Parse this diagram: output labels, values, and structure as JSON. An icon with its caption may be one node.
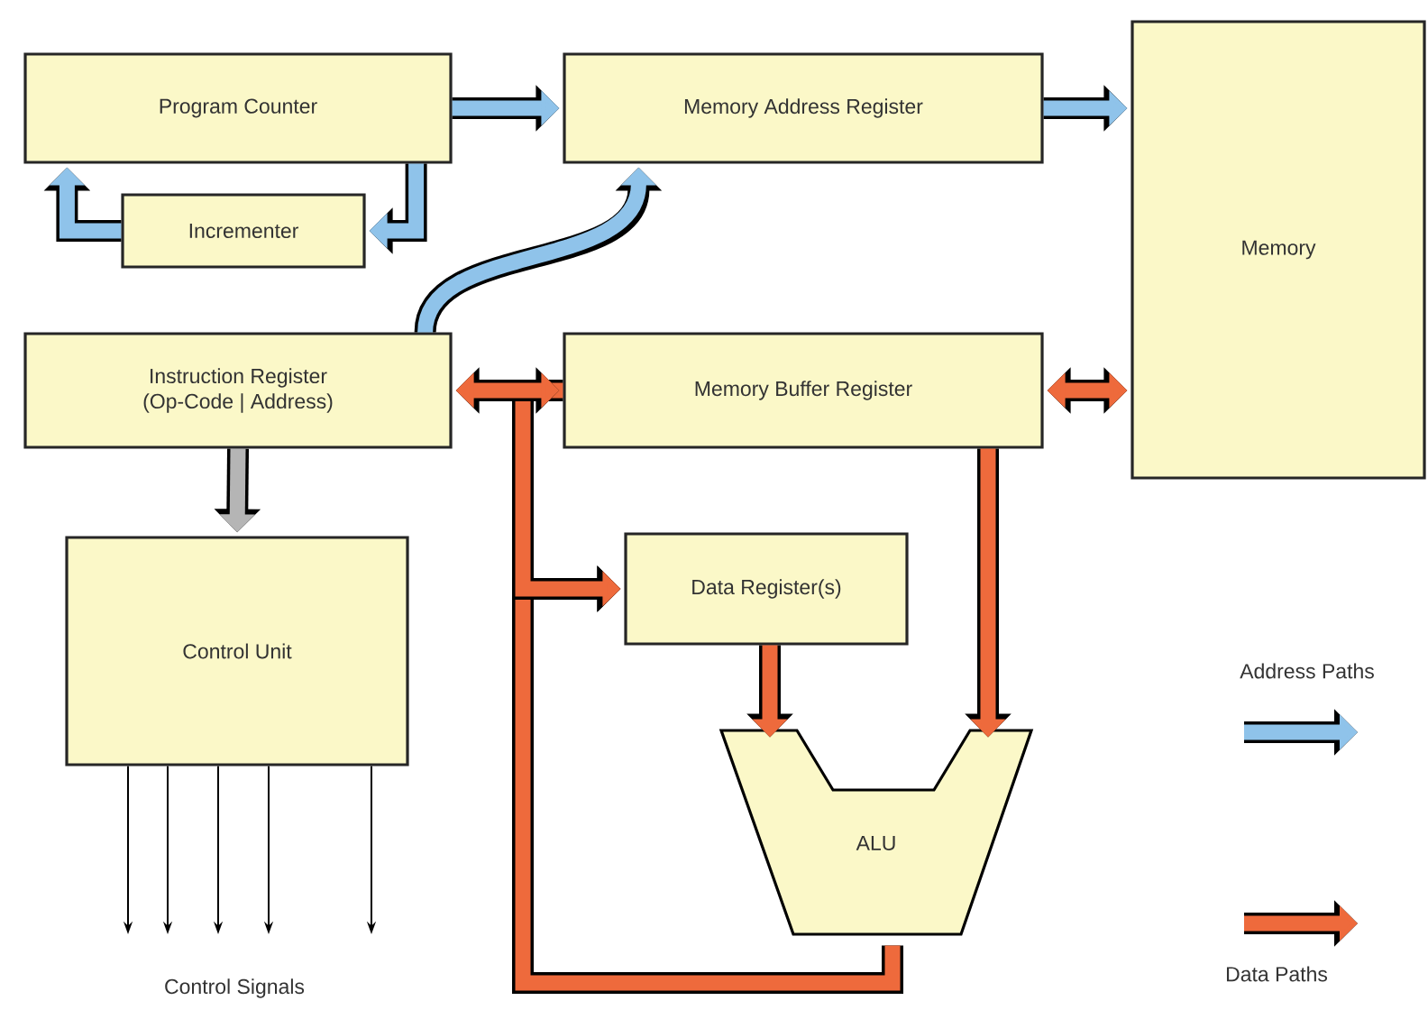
{
  "diagram": {
    "nodes": [
      {
        "text": [
          "Program Counter"
        ]
      },
      {
        "text": [
          "Incrementer"
        ]
      },
      {
        "text": [
          "Memory Address Register"
        ]
      },
      {
        "text": [
          "Memory"
        ]
      },
      {
        "text": [
          "Instruction Register",
          "(Op-Code | Address)"
        ]
      },
      {
        "text": [
          "Memory Buffer Register"
        ]
      },
      {
        "text": [
          "Control Unit"
        ]
      },
      {
        "text": [
          "Data Register(s)"
        ]
      },
      {
        "text": [
          "ALU"
        ]
      }
    ],
    "edges": [
      {
        "from": 0,
        "to": 2,
        "arrow": "to",
        "color": "#8fc3ea"
      },
      {
        "from": 0,
        "to": 1,
        "arrow": "to",
        "color": "#8fc3ea"
      },
      {
        "from": 1,
        "to": 0,
        "arrow": "to",
        "color": "#8fc3ea"
      },
      {
        "from": 2,
        "to": 3,
        "arrow": "to",
        "color": "#8fc3ea"
      },
      {
        "from": 4,
        "to": 2,
        "arrow": "to",
        "color": "#8fc3ea"
      },
      {
        "from": 4,
        "to": 6,
        "arrow": "to",
        "color": "#b5b5b5"
      },
      {
        "from": 8,
        "to": 7,
        "arrow": "to",
        "color": "#ee6a3c"
      },
      {
        "from": 5,
        "to": 7,
        "arrow": "to",
        "color": "#ee6a3c"
      },
      {
        "from": 4,
        "to": 5,
        "arrow": "both",
        "color": "#ee6a3c"
      },
      {
        "from": 5,
        "to": 3,
        "arrow": "both",
        "color": "#ee6a3c"
      },
      {
        "from": 5,
        "to": 8,
        "arrow": "to",
        "color": "#ee6a3c"
      },
      {
        "from": 7,
        "to": 8,
        "arrow": "to",
        "color": "#ee6a3c"
      },
      {
        "from": 6,
        "to": null,
        "arrow": "to",
        "color": "#000000"
      },
      {
        "from": 6,
        "to": null,
        "arrow": "to",
        "color": "#000000"
      },
      {
        "from": 6,
        "to": null,
        "arrow": "to",
        "color": "#000000"
      },
      {
        "from": 6,
        "to": null,
        "arrow": "to",
        "color": "#000000"
      },
      {
        "from": 6,
        "to": null,
        "arrow": "to",
        "color": "#000000"
      }
    ],
    "labels": [
      "Control Signals"
    ],
    "legend": [
      {
        "text": "Address Paths",
        "color": "#8fc3ea"
      },
      {
        "text": "Data Paths",
        "color": "#ee6a3c"
      }
    ]
  }
}
